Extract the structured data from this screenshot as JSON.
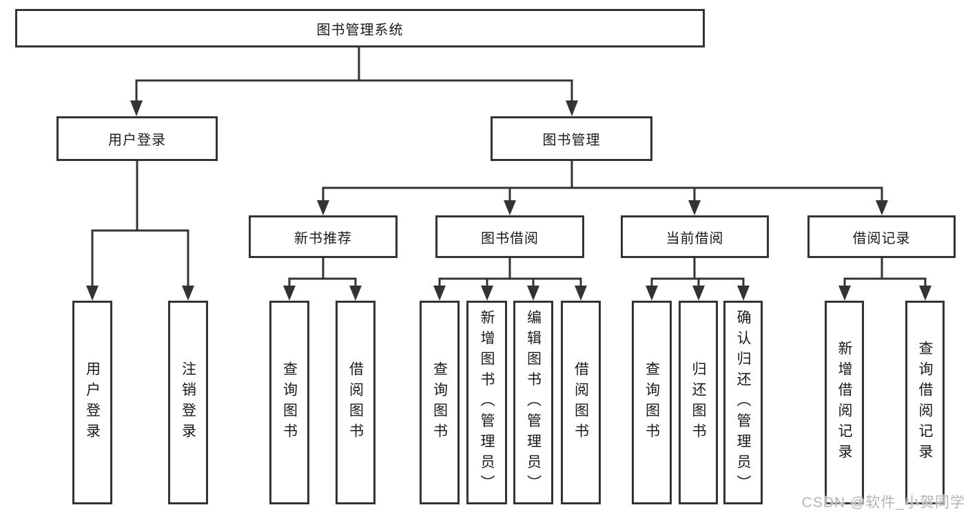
{
  "colors": {
    "line": "#333333",
    "text": "#1a1a1a",
    "background": "#ffffff",
    "watermark": "#b4b4b4"
  },
  "tree": {
    "root": {
      "label": "图书管理系统"
    },
    "branches": [
      {
        "label": "用户登录",
        "leaves": [
          {
            "label": "用户登录"
          },
          {
            "label": "注销登录"
          }
        ]
      },
      {
        "label": "图书管理",
        "groups": [
          {
            "label": "新书推荐",
            "leaves": [
              {
                "label": "查询图书"
              },
              {
                "label": "借阅图书"
              }
            ]
          },
          {
            "label": "图书借阅",
            "leaves": [
              {
                "label": "查询图书"
              },
              {
                "label": "新增图书（管理员）"
              },
              {
                "label": "编辑图书（管理员）"
              },
              {
                "label": "借阅图书"
              }
            ]
          },
          {
            "label": "当前借阅",
            "leaves": [
              {
                "label": "查询图书"
              },
              {
                "label": "归还图书"
              },
              {
                "label": "确认归还（管理员）"
              }
            ]
          },
          {
            "label": "借阅记录",
            "leaves": [
              {
                "label": "新增借阅记录"
              },
              {
                "label": "查询借阅记录"
              }
            ]
          }
        ]
      }
    ]
  },
  "watermark": {
    "text": "CSDN @软件_小贺同学"
  }
}
